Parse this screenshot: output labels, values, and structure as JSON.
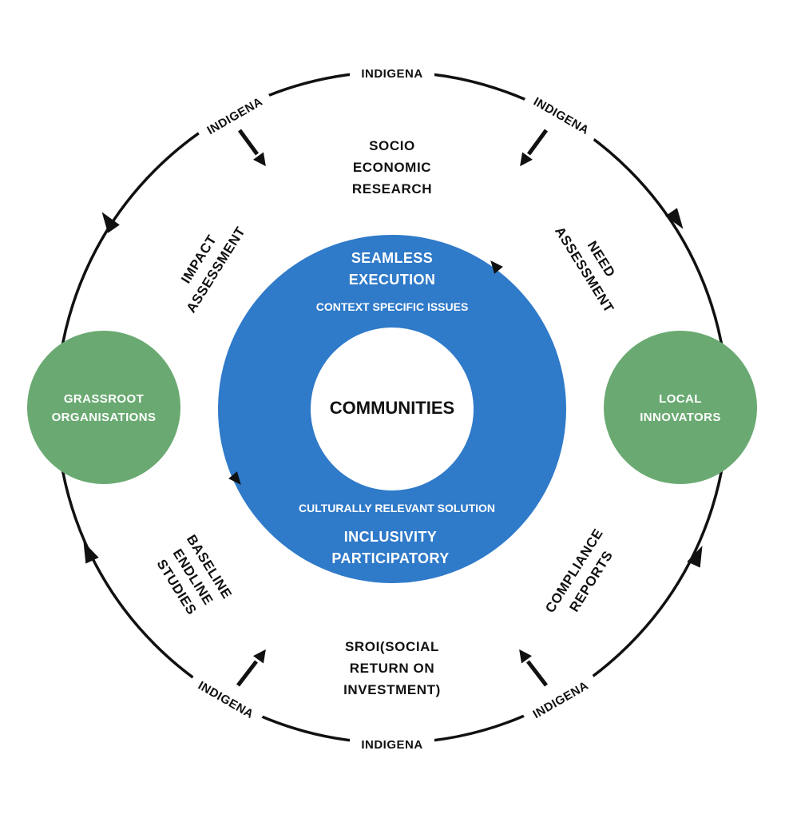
{
  "center": {
    "title": "COMMUNITIES"
  },
  "ring_labels": {
    "top": "INDIGENA",
    "top_left": "INDIGENA",
    "top_right": "INDIGENA",
    "bottom_left": "INDIGENA",
    "bottom_right": "INDIGENA",
    "bottom": "INDIGENA"
  },
  "segments": {
    "top": {
      "lines": [
        "SOCIO",
        "ECONOMIC",
        "RESEARCH"
      ]
    },
    "upper_left": {
      "lines": [
        "IMPACT",
        "ASSESSMENT"
      ]
    },
    "upper_right": {
      "lines": [
        "NEED",
        "ASSESSMENT"
      ]
    },
    "lower_left": {
      "lines": [
        "BASELINE",
        "ENDLINE",
        "STUDIES"
      ]
    },
    "lower_right": {
      "lines": [
        "COMPLIANCE",
        "REPORTS"
      ]
    },
    "bottom": {
      "lines": [
        "SROI(SOCIAL",
        "RETURN ON",
        "INVESTMENT)"
      ]
    }
  },
  "blue_ring": {
    "top_title": [
      "SEAMLESS",
      "EXECUTION"
    ],
    "top_sub": "CONTEXT SPECIFIC ISSUES",
    "bottom_sub": "CULTURALLY RELEVANT SOLUTION",
    "bottom_title": [
      "INCLUSIVITY",
      "PARTICIPATORY"
    ]
  },
  "left_node": {
    "lines": [
      "GRASSROOT",
      "ORGANISATIONS"
    ]
  },
  "right_node": {
    "lines": [
      "LOCAL",
      "INNOVATORS"
    ]
  },
  "colors": {
    "blue": "#2f7ac9",
    "green": "#6aaa72",
    "ring": "#111111",
    "background": "#ffffff"
  }
}
